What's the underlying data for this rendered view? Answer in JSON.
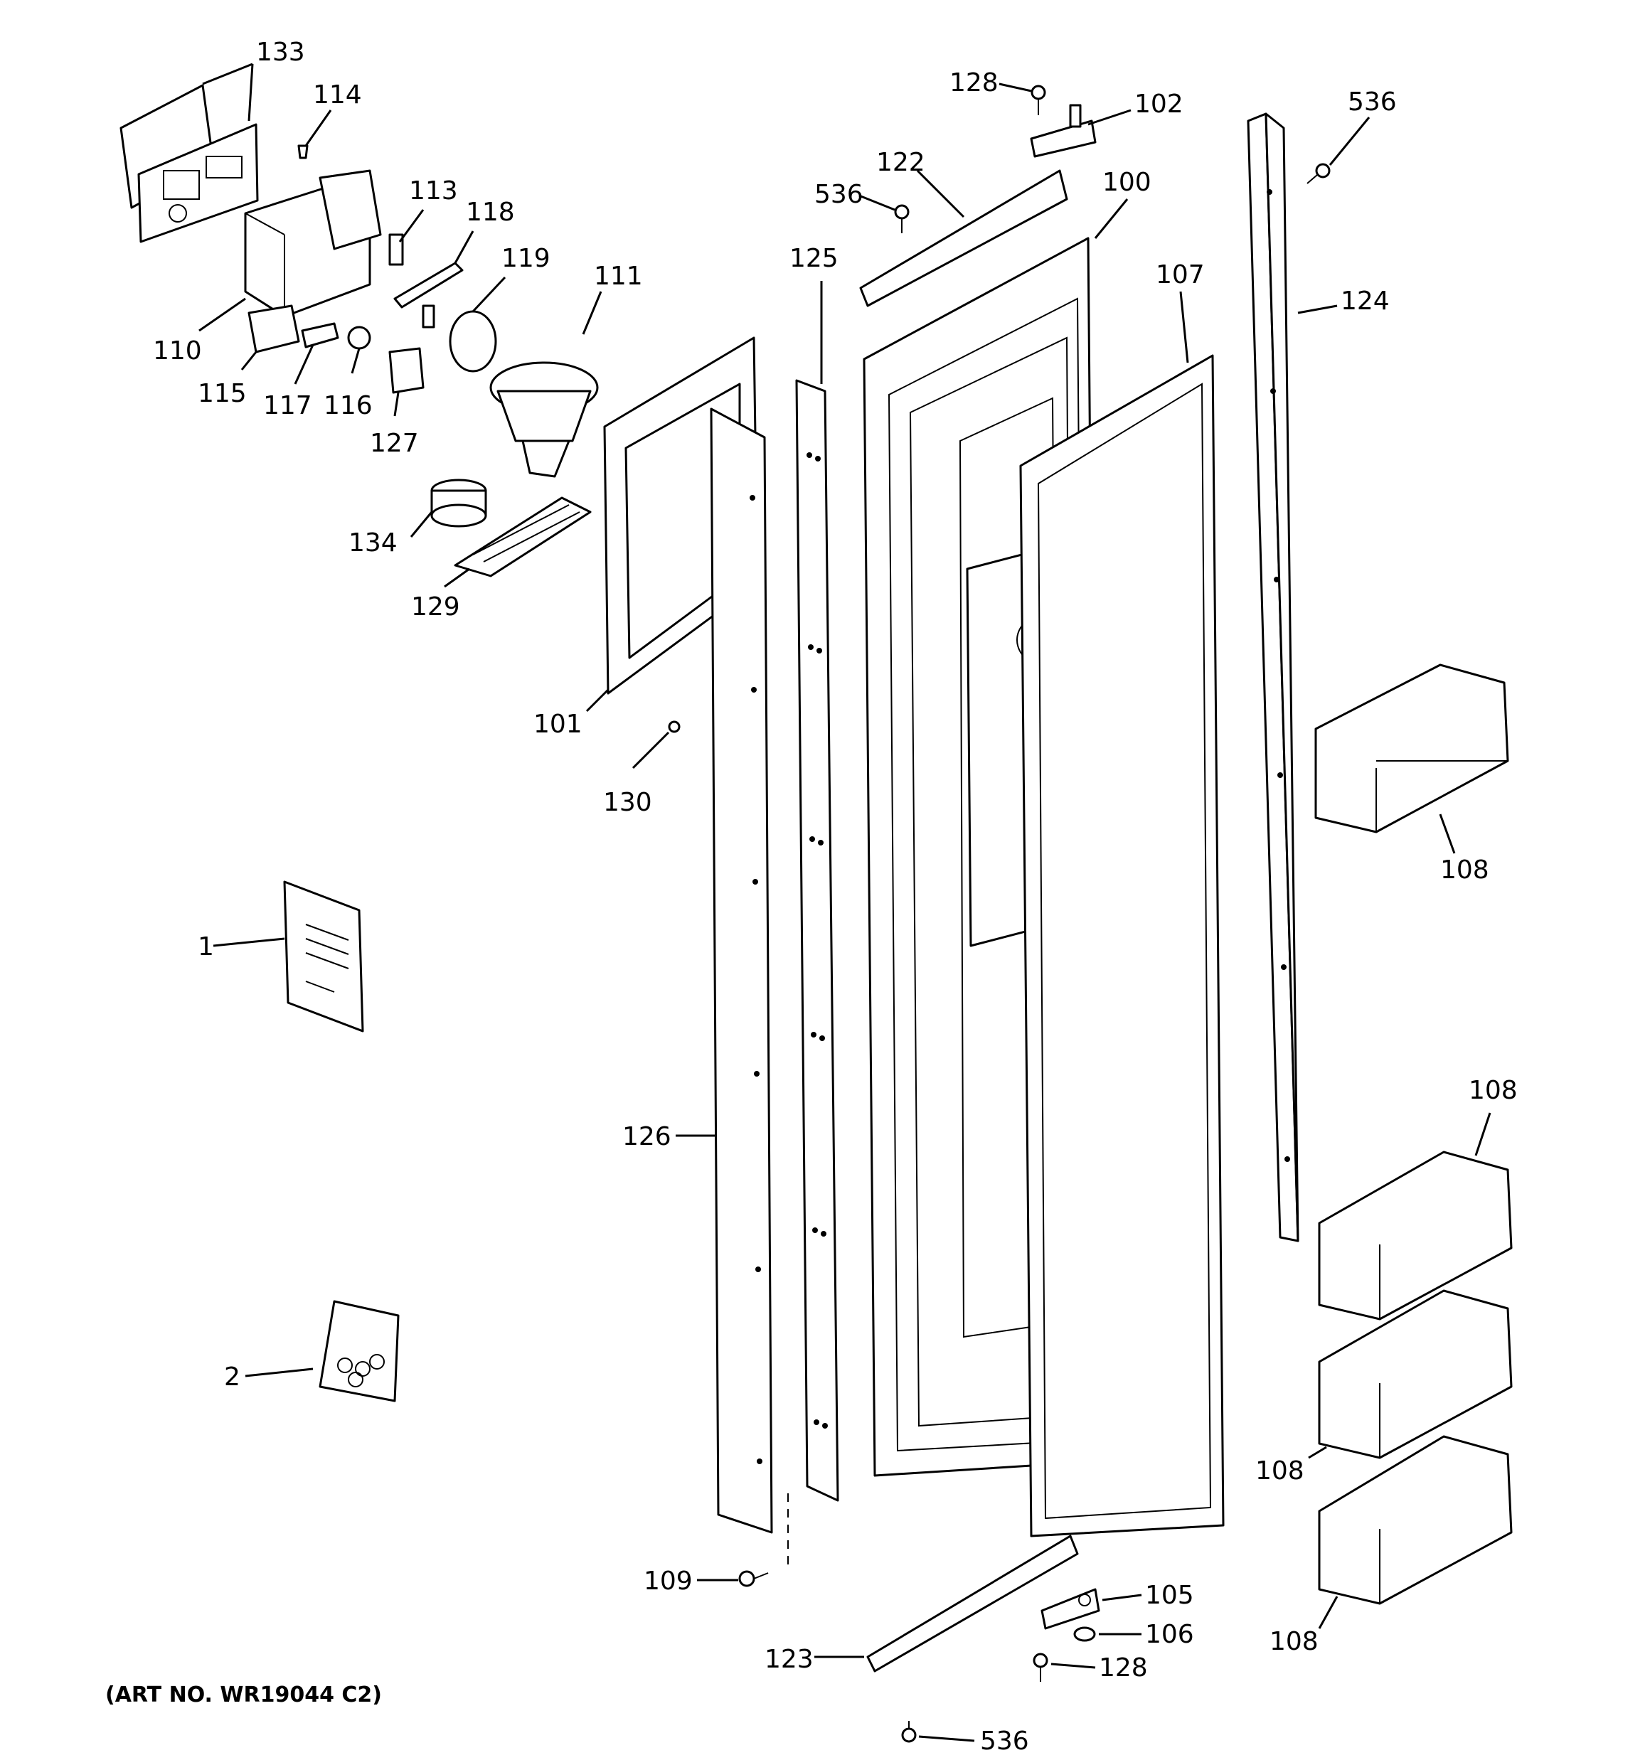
{
  "callouts": {
    "c133": "133",
    "c114": "114",
    "c113": "113",
    "c118": "118",
    "c119": "119",
    "c111": "111",
    "c110": "110",
    "c115": "115",
    "c117": "117",
    "c116": "116",
    "c127": "127",
    "c134": "134",
    "c129": "129",
    "c101": "101",
    "c130": "130",
    "c125": "125",
    "c126": "126",
    "c109": "109",
    "c123": "123",
    "c128a": "128",
    "c102": "102",
    "c536a": "536",
    "c122": "122",
    "c100": "100",
    "c107": "107",
    "c536b": "536",
    "c124": "124",
    "c108a": "108",
    "c108b": "108",
    "c108c": "108",
    "c108d": "108",
    "c105": "105",
    "c106": "106",
    "c128b": "128",
    "c536c": "536",
    "c1": "1",
    "c2": "2"
  },
  "art_number": "(ART NO. WR19044 C2)"
}
